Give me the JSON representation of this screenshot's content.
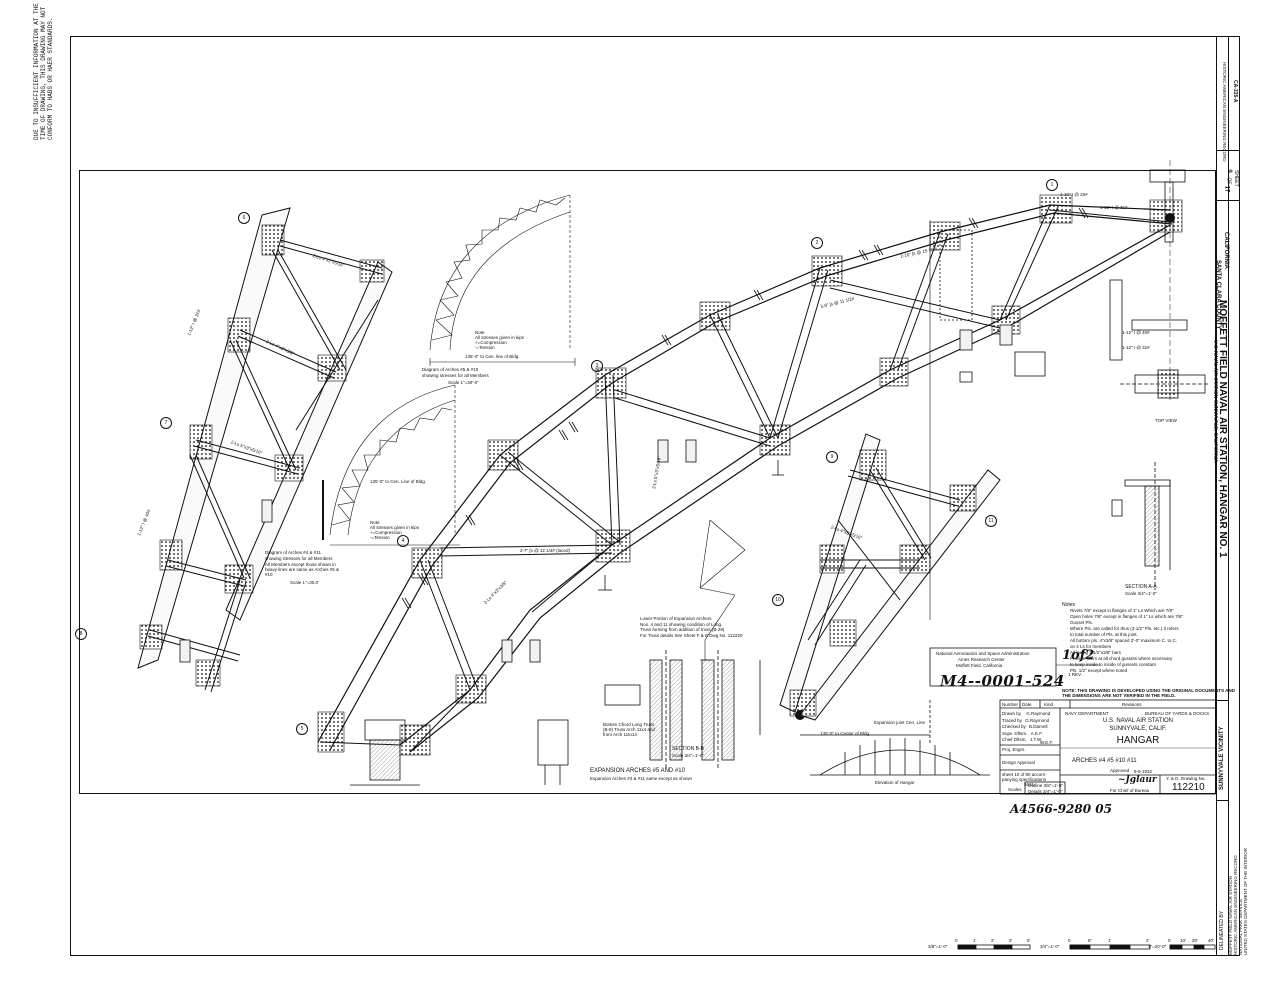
{
  "left_margin_note": [
    "DUE TO INSUFFICIENT INFORMATION AT THE",
    "TIME OF DRAWING, THIS DRAWING MAY NOT",
    "CONFORM TO HABS OR HAER STANDARDS."
  ],
  "sidebar": {
    "title": "MOFFETT FIELD NAVAL AIR STATION, HANGAR NO. 1",
    "subtitle": "U.S. NAVAL AIR STATION SUNNYVALE, CALIFORNIA",
    "county": "SANTA CLARA COUNTY",
    "state": "CALIFORNIA",
    "sheet_label": "SHEET",
    "sheet_no": "9",
    "sheet_of": "OF",
    "sheet_total": "17",
    "record_label": "HISTORIC AMERICAN ENGINEERING RECORD",
    "record_no": "CA-335-A",
    "vicinity": "SUNNYVALE VICINITY",
    "delineated": "DELINEATED BY",
    "credits": [
      "MOFFETT FIELD NAVAL AIR STATION",
      "HISTORIC AMERICAN ENGINEERING RECORD",
      "NATIONAL PARK SERVICE",
      "UNITED STATES DEPARTMENT OF THE INTERIOR"
    ]
  },
  "diagrams": {
    "upper": {
      "title": "Diagram of Arches #5 & #10",
      "subtitle": "showing stresses for all Members",
      "scale": "Scale 1\"=30'-0\"",
      "span": "135'-0\" to Cen. line of Bldg.",
      "note": [
        "Note",
        "All stresses given in kips",
        "+=Compression",
        "-=Tension"
      ]
    },
    "lower": {
      "title": "Diagram of Arches #4 & #11",
      "subtitle": "showing Stresses for all Members",
      "note2": "All Members except those shown in heavy lines are same as Arches #5 & #10",
      "scale": "Scale 1\"=30.0'",
      "span": "135'-0\" to Cen. Line of Bldg.",
      "note": [
        "Note",
        "All stresses given in kips",
        "+=Compression",
        "-=Tension"
      ]
    }
  },
  "labels": {
    "expansion_title": "EXPANSION ARCHES #5 AND #10",
    "expansion_sub": "Expansion Arches #4 & #11 same except as shown",
    "section_aa": "SECTION A-A",
    "section_aa_scale": "Scale 3/4\"=1'-0\"",
    "section_bb": "SECTION B-B",
    "section_bb_scale": "Scale 3/4\"=1'-0\"",
    "top_view": "TOP VIEW",
    "elevation": "Elevation of Hangar",
    "center_bottom": "135'-0\" to Center of Bldg.",
    "expansion_joint": "Expansion joint Cen. Line",
    "bottom_chord": "Bottom Chord Long Truss (B-9) Truss Arch 11x4 and from Arch 11to14",
    "lower_portion": [
      "Lower Portion of Expansion Archers",
      "Nos. 4 and 11 showing condition of Long.",
      "Truss forming from addition of truss (B-29)",
      "For Truss details See Sheet F & B Dwg No. 112220"
    ]
  },
  "notes": {
    "heading": "Notes",
    "lines": [
      "Rivets 7/8\" except in flanges of 1\" Ls Which are 7/8\"",
      "Open holes 7/8\" except in flanges of 1\" Ls which are 7/8\"",
      "Gusset Pls.",
      "Where Pls. are called for thus (3-1/2\" Pls. etc.) it refers",
      "to total number of Pls. at this joint.",
      "All bottom pls. 4\"x3/8\" spaced 3'-0\" maximum C. to C.",
      "on 2 Ls for members",
      "All lacing 2 1/2\"x3/8\" bars",
      "Provide fillers at all chord gussets where necessary",
      "to keep inside to inside of gussets constant",
      "Pls. 1/2\" except where noted"
    ]
  },
  "nasa_block": {
    "line1": "National Aeronautics and Space Administration",
    "line2": "Ames Research Center",
    "line3": "Moffett Field, California",
    "handwritten": "1of2",
    "rev": "1 REV.",
    "doc_no": "M4--0001-524"
  },
  "disclaimer": [
    "NOTE: THIS DRAWING IS DEVELOPED USING THE ORIGINAL DOCUMENTS AND",
    "THE DIMENSIONS ARE NOT VERIFIED IN THE FIELD."
  ],
  "title_block": {
    "col_headers": [
      "Number",
      "Date",
      "Kind",
      "Revisions"
    ],
    "people": [
      [
        "Drawn by",
        "G.Raymond"
      ],
      [
        "Traced by",
        "G.Raymond"
      ],
      [
        "Checked by",
        "B.Darnell"
      ],
      [
        "Supv. Dftsm.",
        "A.E.F."
      ],
      [
        "Chief Dftsm.",
        "J.T.W."
      ]
    ],
    "proj_engr_label": "Proj. Engrs.",
    "proj_engr_value": "W.E.F.",
    "design_label": "Design Approval",
    "spec_line1": "sheet 10 of 90 accom-",
    "spec_line2": "panying specifications",
    "spec_no": "5631",
    "dept": "NAVY DEPARTMENT",
    "bureau": "BUREAU OF YARDS & DOCKS",
    "station": "U.S. NAVAL AIR STATION",
    "city": "SUNNYVALE, CALIF.",
    "building": "HANGAR",
    "arches": "ARCHES #4 #5 #10 #11",
    "approved_label": "Approved",
    "approved_date": "8-9-1932",
    "for_chief": "For Chief of Bureau",
    "dwg_label": "Y. & D. Drawing No.",
    "dwg_no": "112210",
    "scales_label": "Scales",
    "outline_scale": "Outline 3/8\"=1'-0\"",
    "details_scale": "Details 3/4\"=1'-0\""
  },
  "handwritten_no": "A4566-9280  05",
  "scale_bars": [
    "3/8\"=1'-0\"",
    "3/4\"=1'-0\"",
    "1\"=20'-0\""
  ],
  "scale_ticks": {
    "bar1": [
      "0",
      "1'",
      "2'",
      "3'",
      "5'"
    ],
    "bar2": [
      "0",
      "6\"",
      "1'",
      "2'"
    ],
    "bar3": [
      "0",
      "10'",
      "20'",
      "40'"
    ]
  },
  "joint_labels": [
    "1",
    "2",
    "3",
    "4",
    "5",
    "6",
    "7",
    "8",
    "9",
    "10",
    "11"
  ],
  "member_labels": [
    "2-Ls 4\"x3\"x5/16\"",
    "2-Ls 4\"x3\"x3/8\"",
    "2-Ls 5\"x3\"x5/16\"",
    "1-12\" I @ 31#",
    "1-12\" I @ 40#",
    "2-7\" [s @ 12 1/4# (laced)",
    "2-8\" [s @ 11 1/2#",
    "2-10\" [s @ 15 1/3#",
    "1-10\" I @ 25#"
  ]
}
